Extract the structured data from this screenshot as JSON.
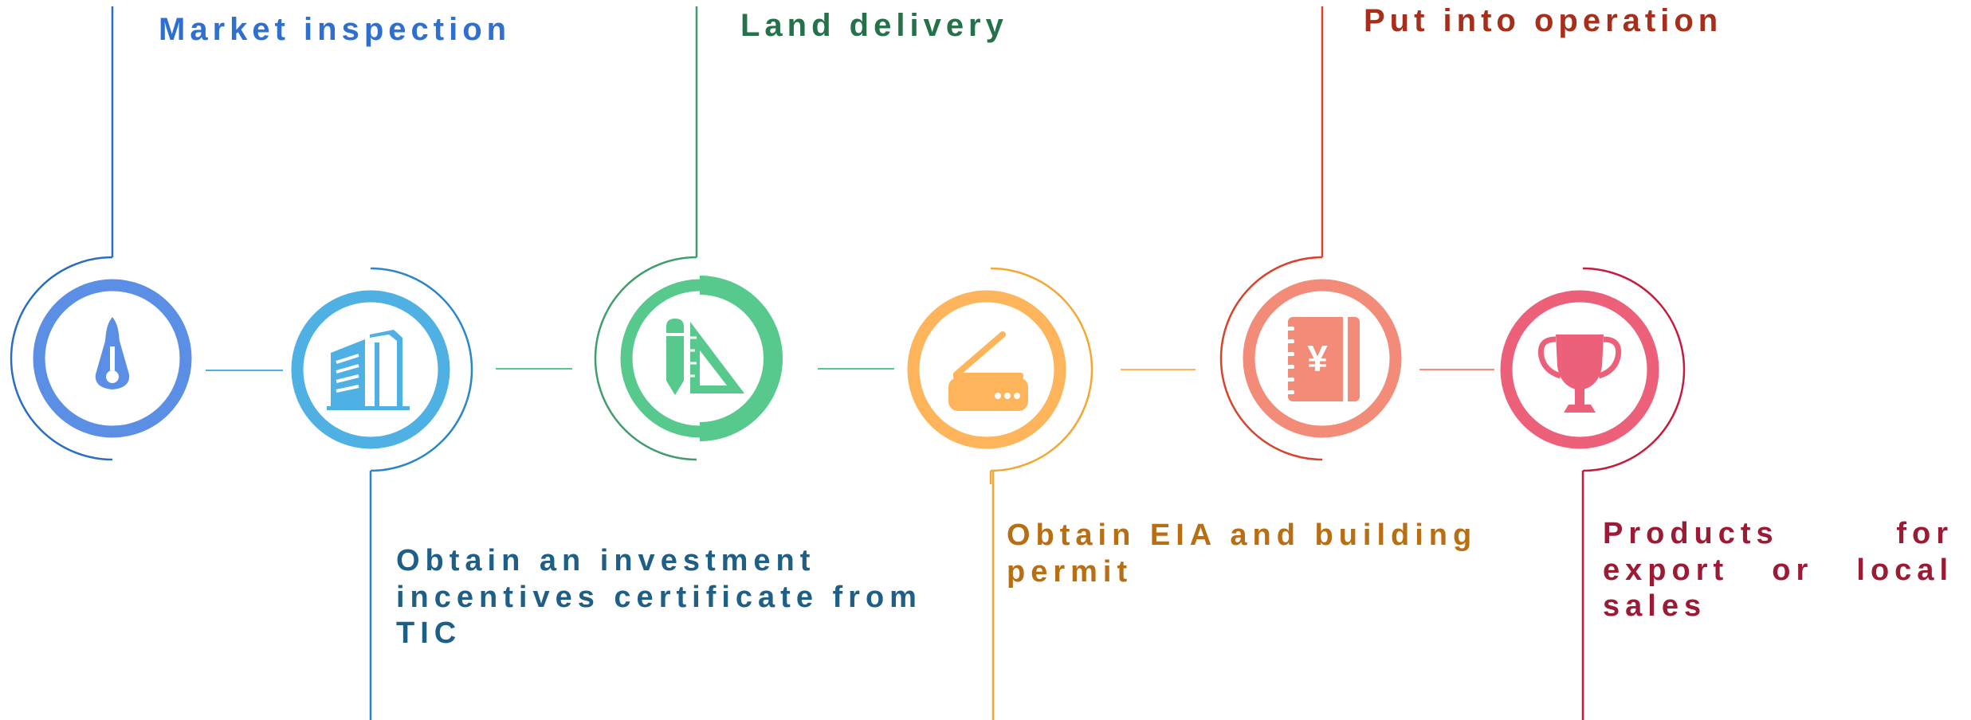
{
  "steps": [
    {
      "label": "Market inspection",
      "color": "#5b8fe6",
      "line_color": "#2b6cc4",
      "text_color": "#2e6fcf",
      "icon": "pen-nib-icon"
    },
    {
      "label_lines": [
        "Obtain an investment",
        "incentives certificate from",
        "TIC"
      ],
      "color": "#4fb1e3",
      "line_color": "#2b86c8",
      "text_color": "#1f5f86",
      "icon": "office-building-icon"
    },
    {
      "label": "Land delivery",
      "color": "#58c98c",
      "line_color": "#3f9e6c",
      "text_color": "#24714a",
      "icon": "pencil-ruler-icon"
    },
    {
      "label_lines": [
        "Obtain EIA and building",
        "permit"
      ],
      "color": "#fdb45a",
      "line_color": "#f3a735",
      "text_color": "#b86e12",
      "icon": "scanner-icon"
    },
    {
      "label": "Put into operation",
      "color": "#f28b78",
      "line_color": "#d9432e",
      "text_color": "#a82e1c",
      "icon": "ledger-yen-icon"
    },
    {
      "label_lines": [
        "Products for",
        "export or local",
        "sales"
      ],
      "color": "#ec6179",
      "line_color": "#c81a3c",
      "text_color": "#9c1a33",
      "icon": "trophy-icon"
    }
  ],
  "icon_glyphs": {
    "yen": "¥"
  }
}
